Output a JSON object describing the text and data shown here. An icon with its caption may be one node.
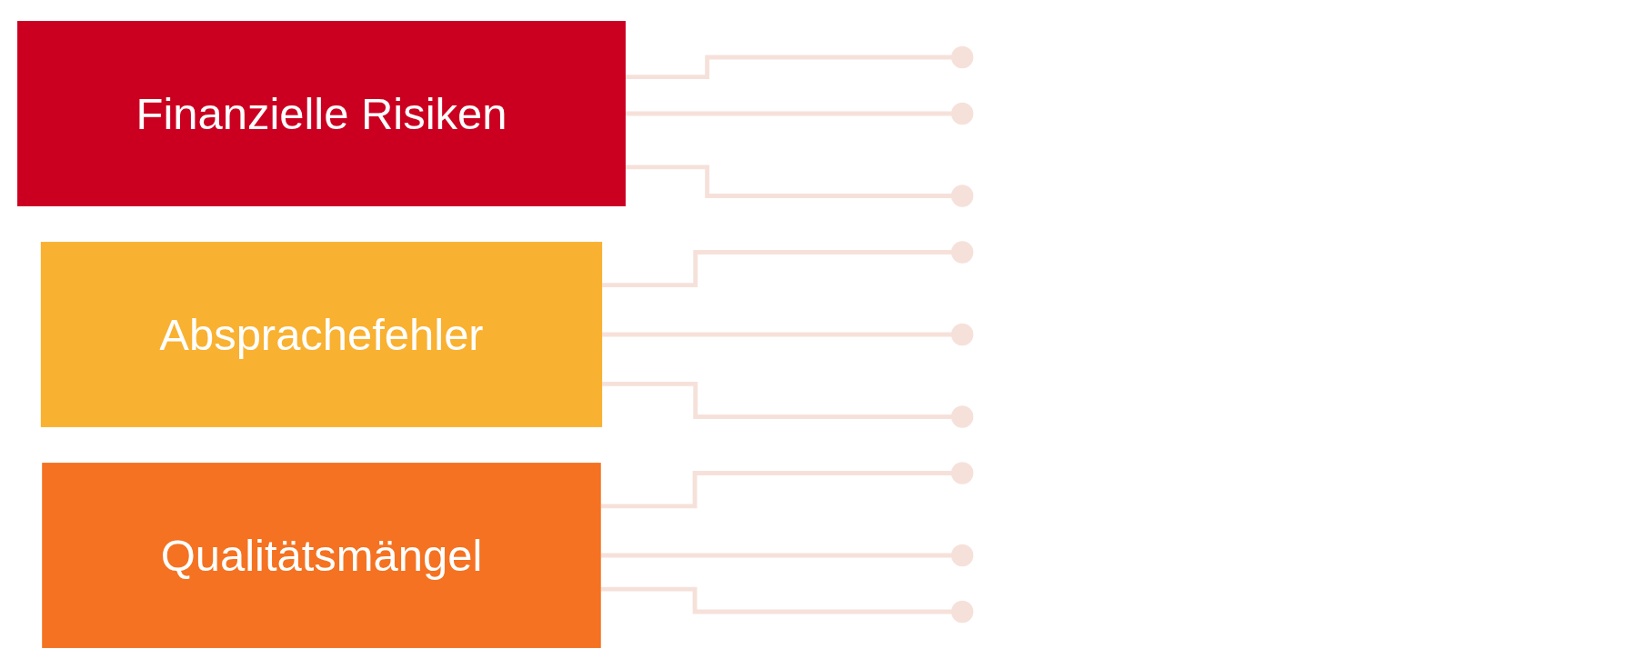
{
  "diagram": {
    "nodes": [
      {
        "text": [
          "Finanzielle Risiken"
        ]
      },
      {
        "text": [],
        "shape": "circle"
      },
      {
        "text": [],
        "shape": "circle"
      },
      {
        "text": [],
        "shape": "circle"
      },
      {
        "text": [
          "Absprachefehler"
        ]
      },
      {
        "text": [],
        "shape": "circle"
      },
      {
        "text": [],
        "shape": "circle"
      },
      {
        "text": [],
        "shape": "circle"
      },
      {
        "text": [
          "Qualitätsmängel"
        ]
      },
      {
        "text": [],
        "shape": "circle"
      },
      {
        "text": [],
        "shape": "circle"
      },
      {
        "text": [],
        "shape": "circle"
      }
    ],
    "edges": [
      {
        "from": 0,
        "to": 1,
        "arrow": "none"
      },
      {
        "from": 0,
        "to": 2,
        "arrow": "none"
      },
      {
        "from": 0,
        "to": 3,
        "arrow": "none"
      },
      {
        "from": 4,
        "to": 5,
        "arrow": "none"
      },
      {
        "from": 4,
        "to": 6,
        "arrow": "none"
      },
      {
        "from": 4,
        "to": 7,
        "arrow": "none"
      },
      {
        "from": 8,
        "to": 9,
        "arrow": "none"
      },
      {
        "from": 8,
        "to": 10,
        "arrow": "none"
      },
      {
        "from": 8,
        "to": 11,
        "arrow": "none"
      }
    ]
  }
}
